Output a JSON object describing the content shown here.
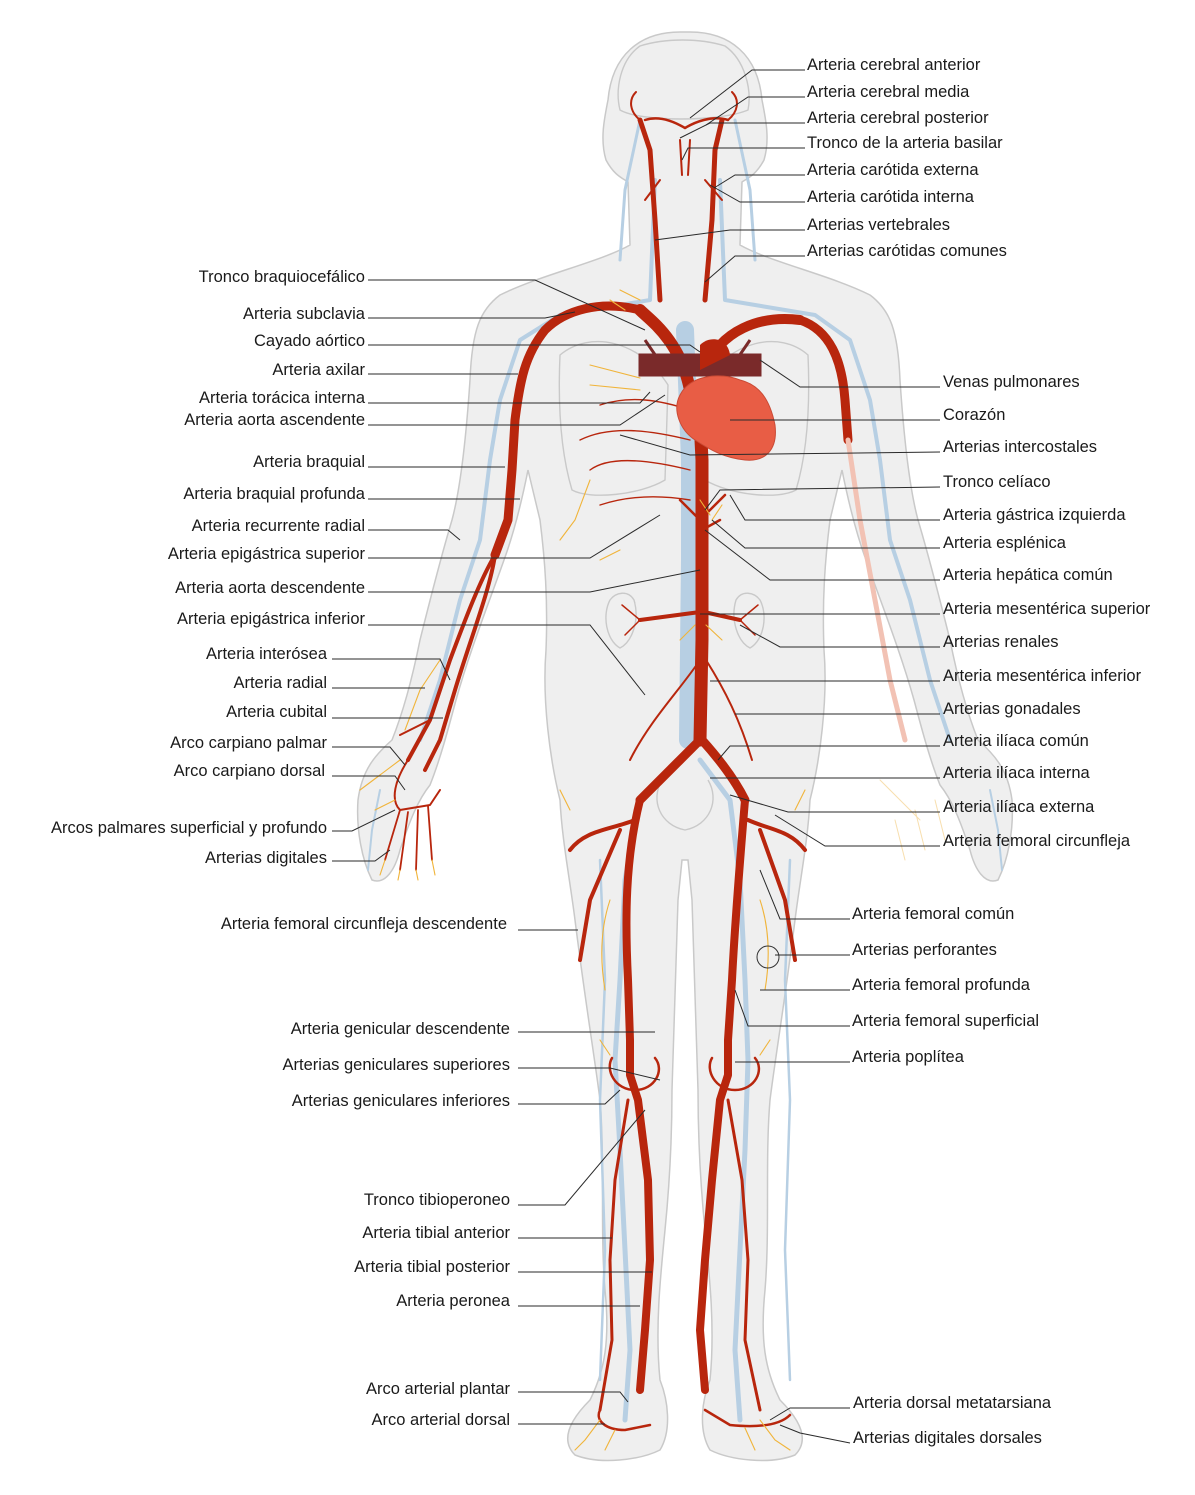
{
  "colors": {
    "artery": "#b8260d",
    "vein": "#b7cfe3",
    "heart": "#e85d45",
    "pulmonary": "#7a2a2a",
    "capillary": "#f0b43a",
    "body": "#efefef",
    "outline": "#c9c9c9"
  },
  "labels": {
    "right": [
      "Arteria cerebral anterior",
      "Arteria cerebral media",
      "Arteria cerebral posterior",
      "Tronco de la arteria basilar",
      "Arteria carótida externa",
      "Arteria carótida interna",
      "Arterias vertebrales",
      "Arterias carótidas comunes",
      "Venas pulmonares",
      "Corazón",
      "Arterias intercostales",
      "Tronco celíaco",
      "Arteria gástrica izquierda",
      "Arteria esplénica",
      "Arteria hepática común",
      "Arteria mesentérica superior",
      "Arterias renales",
      "Arteria mesentérica inferior",
      "Arterias gonadales",
      "Arteria ilíaca común",
      "Arteria ilíaca interna",
      "Arteria ilíaca externa",
      "Arteria femoral circunfleja",
      "Arteria femoral común",
      "Arterias perforantes",
      "Arteria femoral profunda",
      "Arteria femoral superficial",
      "Arteria poplítea",
      "Arteria dorsal metatarsiana",
      "Arterias digitales dorsales"
    ],
    "left": [
      "Tronco braquiocefálico",
      "Arteria subclavia",
      "Cayado aórtico",
      "Arteria axilar",
      "Arteria torácica interna",
      "Arteria aorta ascendente",
      "Arteria braquial",
      "Arteria braquial profunda",
      "Arteria recurrente radial",
      "Arteria epigástrica superior",
      "Arteria aorta descendente",
      "Arteria epigástrica inferior",
      "Arteria interósea",
      "Arteria radial",
      "Arteria cubital",
      "Arco carpiano palmar",
      "Arco carpiano dorsal",
      "Arcos palmares superficial y profundo",
      "Arterias digitales",
      "Arteria femoral circunfleja descendente",
      "Arteria genicular descendente",
      "Arterias geniculares superiores",
      "Arterias geniculares inferiores",
      "Tronco tibioperoneo",
      "Arteria tibial anterior",
      "Arteria tibial posterior",
      "Arteria peronea",
      "Arco arterial plantar",
      "Arco arterial dorsal"
    ]
  }
}
